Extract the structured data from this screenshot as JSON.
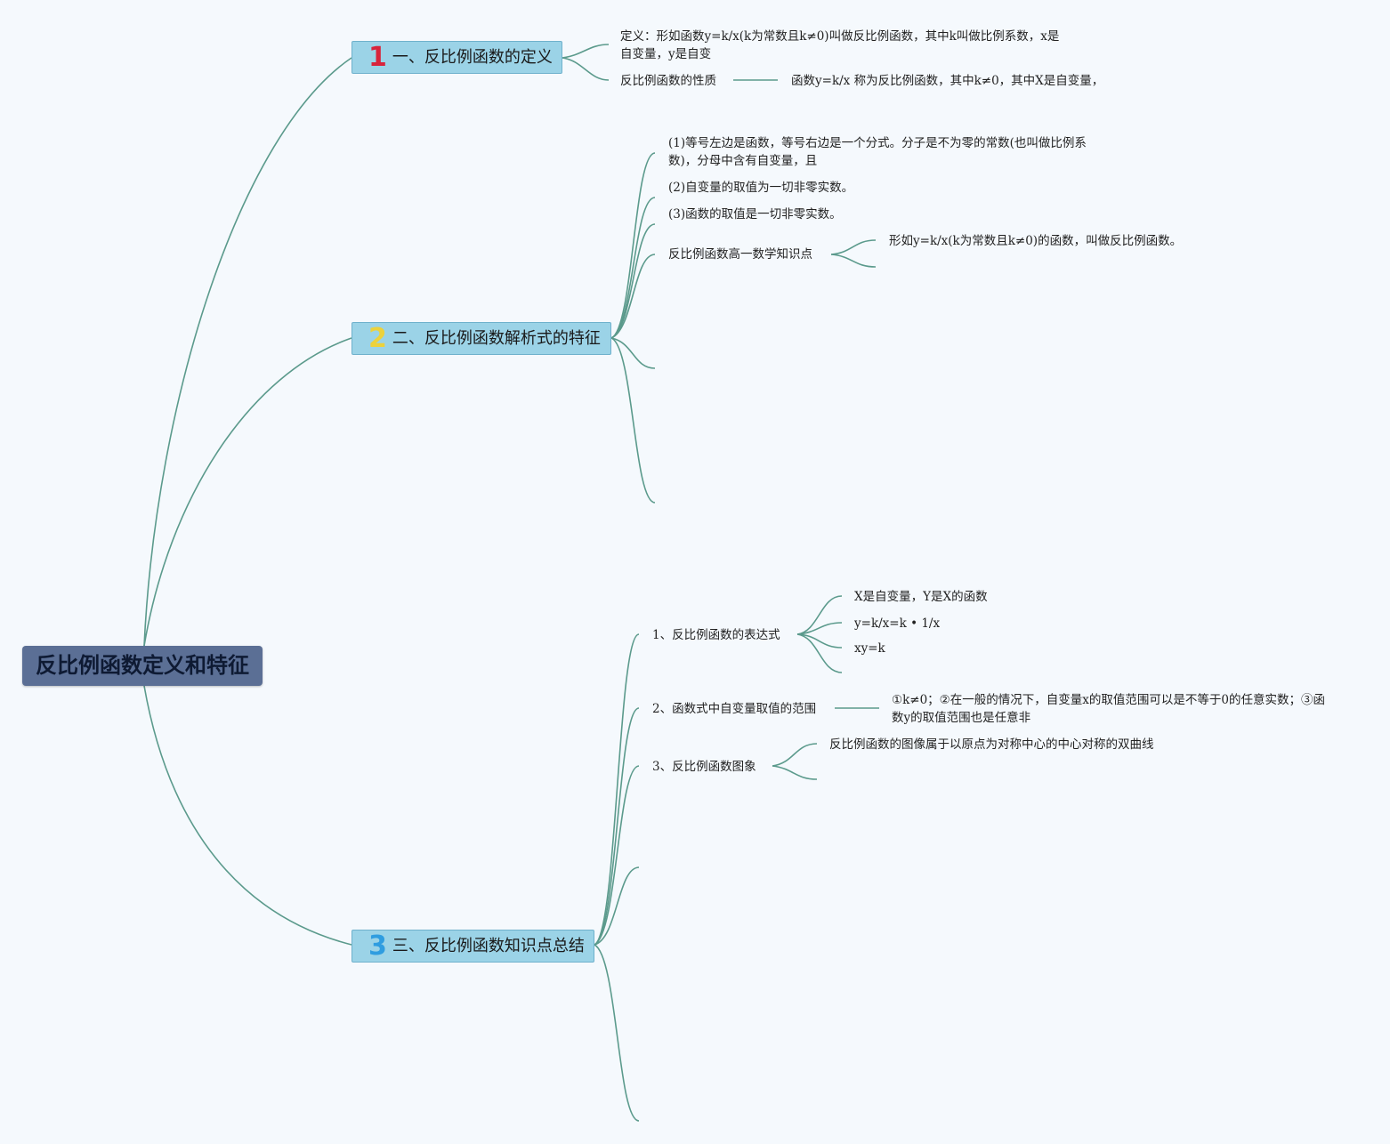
{
  "colors": {
    "line": "#5b9a8c",
    "root_bg": "#5b6f95",
    "branch_bg": "#9bd3e7"
  },
  "root": {
    "title": "反比例函数定义和特征"
  },
  "branches": [
    {
      "number": "1",
      "number_color": "#d8243c",
      "title": "一、反比例函数的定义",
      "definition": "定义：形如函数y=k/x(k为常数且k≠0)叫做反比例函数，其中k叫做比例系数，x是自变量，y是自变",
      "property_label": "反比例函数的性质",
      "property_text": "函数y=k/x 称为反比例函数，其中k≠0，其中X是自变量，"
    },
    {
      "number": "2",
      "number_color": "#ecd23c",
      "title": "二、反比例函数解析式的特征",
      "items": [
        "(1)等号左边是函数，等号右边是一个分式。分子是不为零的常数(也叫做比例系数)，分母中含有自变量，且",
        "(2)自变量的取值为一切非零实数。",
        "(3)函数的取值是一切非零实数。",
        "反比例函数高一数学知识点"
      ],
      "sub_text": "形如y=k/x(k为常数且k≠0)的函数，叫做反比例函数。"
    },
    {
      "number": "3",
      "number_color": "#2f9de0",
      "title": "三、反比例函数知识点总结",
      "items": [
        "1、反比例函数的表达式",
        "2、函数式中自变量取值的范围",
        "3、反比例函数图象"
      ],
      "expr": [
        "X是自变量，Y是X的函数",
        "y=k/x=k • 1/x",
        "xy=k"
      ],
      "range_text": "①k≠0；②在一般的情况下，自变量x的取值范围可以是不等于0的任意实数；③函数y的取值范围也是任意非",
      "graph_text": "反比例函数的图像属于以原点为对称中心的中心对称的双曲线"
    }
  ]
}
